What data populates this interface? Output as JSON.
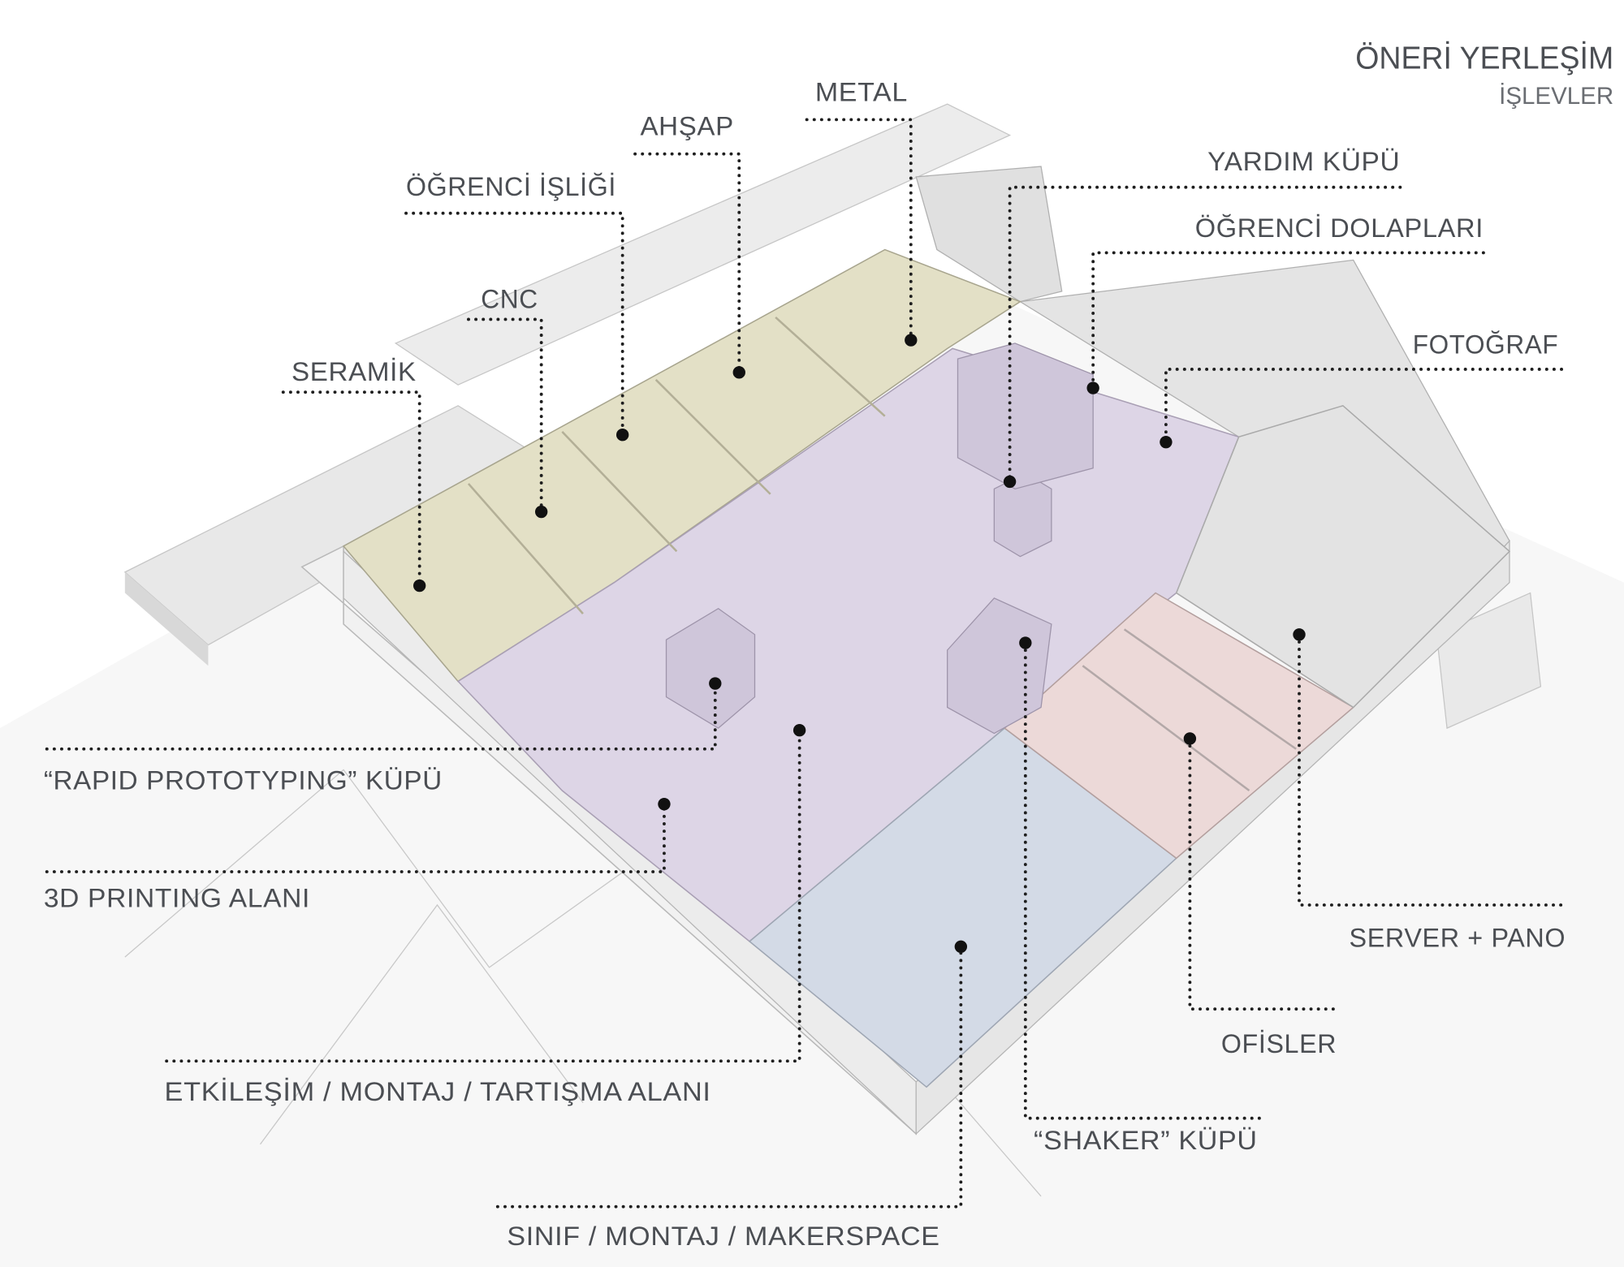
{
  "header": {
    "title": "ÖNERİ YERLEŞİM",
    "subtitle": "İŞLEVLER"
  },
  "zone_colors": {
    "workshops": "#e3e0c6",
    "central_area": "#ddd5e6",
    "classroom": "#d3dae6",
    "offices": "#ecd9d8",
    "service": "#e3e3e3"
  },
  "labels": {
    "metal": "METAL",
    "ahsap": "AHŞAP",
    "ogrenci_isligi": "ÖĞRENCİ İŞLİĞİ",
    "cnc": "CNC",
    "seramik": "SERAMİK",
    "yardim_kupu": "YARDIM KÜPÜ",
    "ogrenci_dolaplari": "ÖĞRENCİ DOLAPLARI",
    "fotograf": "FOTOĞRAF",
    "rapid_prototyping": "“RAPID PROTOTYPING” KÜPÜ",
    "printing_3d": "3D PRINTING ALANI",
    "etkilesim": "ETKİLEŞİM / MONTAJ / TARTIŞMA ALANI",
    "sinif": "SINIF / MONTAJ / MAKERSPACE",
    "shaker": "“SHAKER” KÜPÜ",
    "ofisler": "OFİSLER",
    "server": "SERVER + PANO"
  }
}
